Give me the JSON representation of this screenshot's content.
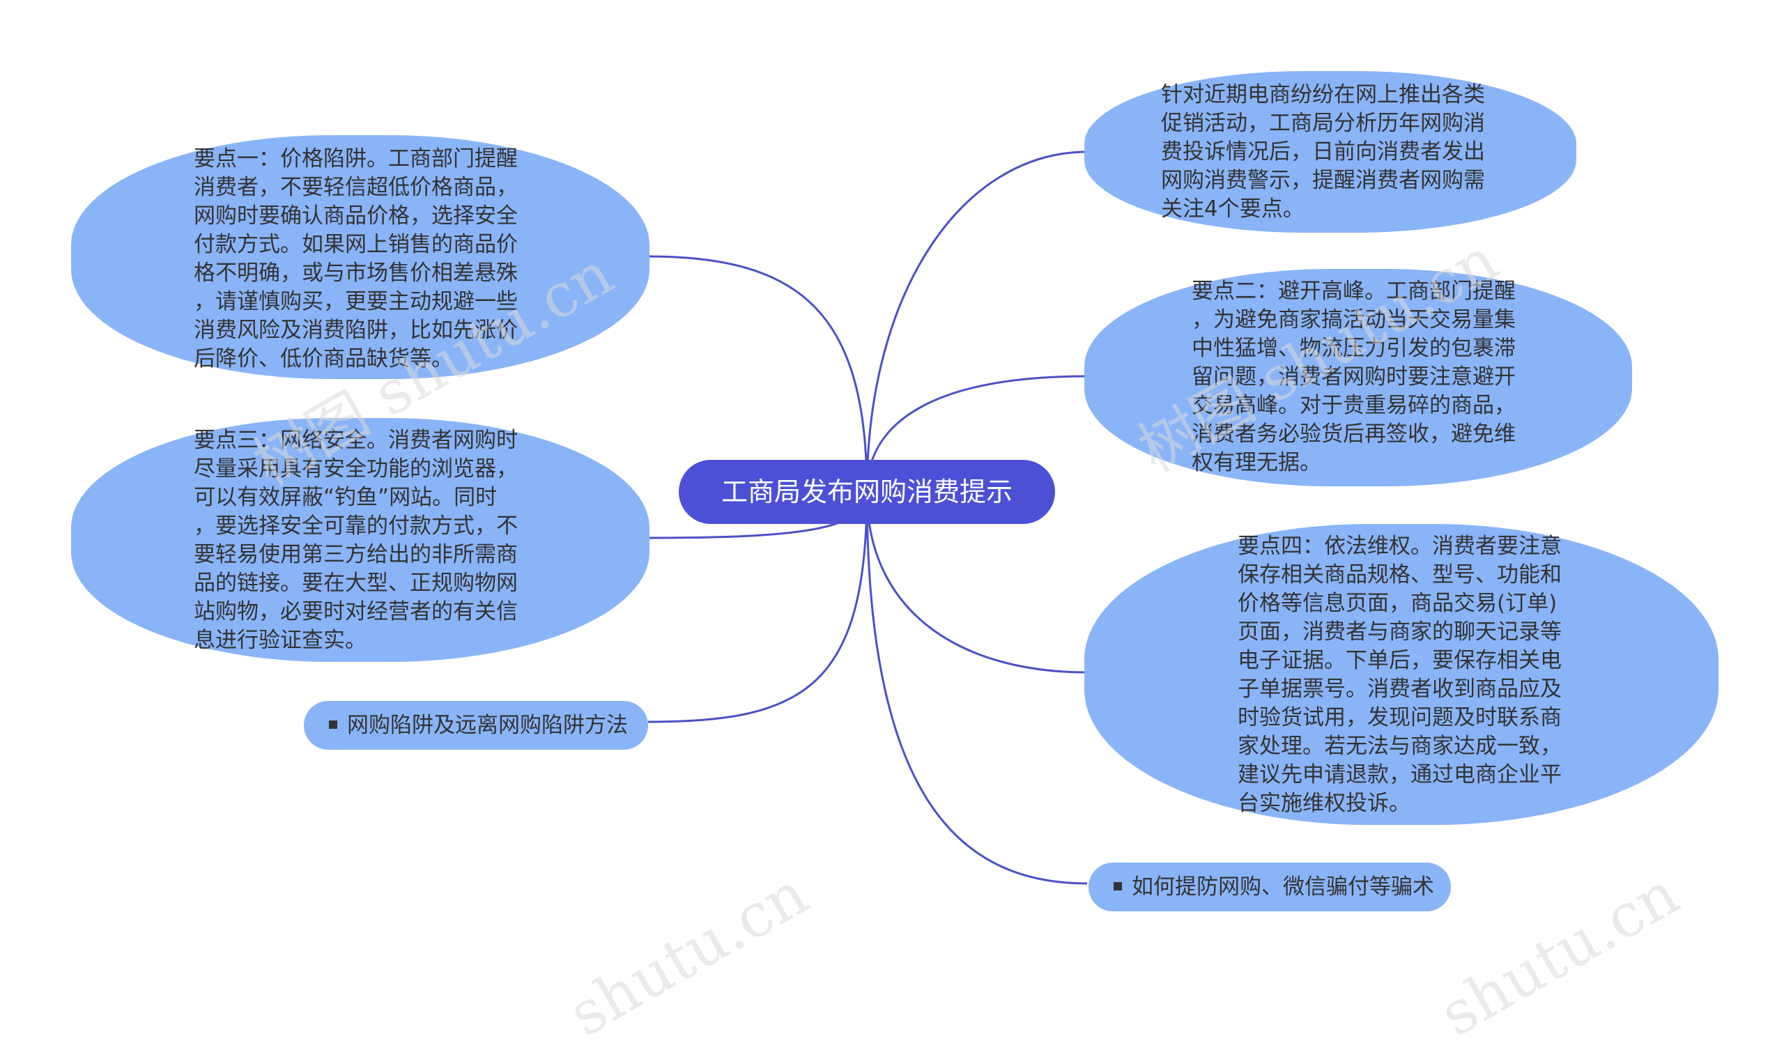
{
  "center": {
    "title": "工商局发布网购消费提示"
  },
  "nodes": {
    "intro": "针对近期电商纷纷在网上推出各类\n促销活动，工商局分析历年网购消\n费投诉情况后，日前向消费者发出\n网购消费警示，提醒消费者网购需\n关注4个要点。",
    "point1": "要点一：价格陷阱。工商部门提醒\n消费者，不要轻信超低价格商品，\n网购时要确认商品价格，选择安全\n付款方式。如果网上销售的商品价\n格不明确，或与市场售价相差悬殊\n，请谨慎购买，更要主动规避一些\n消费风险及消费陷阱，比如先涨价\n后降价、低价商品缺货等。",
    "point2": "要点二：避开高峰。工商部门提醒\n，为避免商家搞活动当天交易量集\n中性猛增、物流压力引发的包裹滞\n留问题，消费者网购时要注意避开\n交易高峰。对于贵重易碎的商品，\n消费者务必验货后再签收，避免维\n权有理无据。",
    "point3": "要点三：网络安全。消费者网购时\n尽量采用具有安全功能的浏览器，\n可以有效屏蔽“钓鱼”网站。同时\n，要选择安全可靠的付款方式，不\n要轻易使用第三方给出的非所需商\n品的链接。要在大型、正规购物网\n站购物，必要时对经营者的有关信\n息进行验证查实。",
    "point4": "要点四：依法维权。消费者要注意\n保存相关商品规格、型号、功能和\n价格等信息页面，商品交易(订单)\n页面，消费者与商家的聊天记录等\n电子证据。下单后，要保存相关电\n子单据票号。消费者收到商品应及\n时验货试用，发现问题及时联系商\n家处理。若无法与商家达成一致，\n建议先申请退款，通过电商企业平\n台实施维权投诉。",
    "link_left": "网购陷阱及远离网购陷阱方法",
    "link_right": "如何提防网购、微信骗付等骗术"
  },
  "watermarks": [
    "树图 shutu.cn",
    "树图 shutu.cn",
    "shutu.cn",
    "shutu.cn"
  ],
  "colors": {
    "node_fill": "#8ab4f8",
    "center_fill": "#4b50d6",
    "connector": "#4b50c8"
  }
}
